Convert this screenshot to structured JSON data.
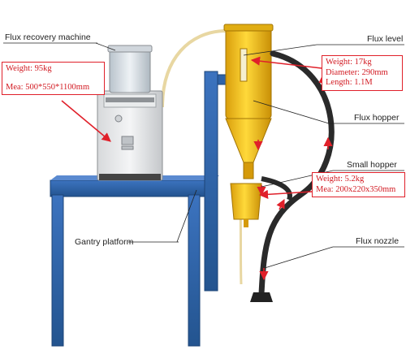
{
  "labels": {
    "recovery_machine": "Flux recovery machine",
    "flux_level": "Flux level",
    "flux_hopper": "Flux hopper",
    "small_hopper": "Small hopper",
    "gantry_platform": "Gantry platform",
    "flux_nozzle": "Flux nozzle"
  },
  "specs": {
    "machine": {
      "weight": "Weight: 95kg",
      "mea": "Mea: 500*550*1100mm"
    },
    "flux_hopper": {
      "weight": "Weight: 17kg",
      "diameter": "Diameter: 290mm",
      "length": "Length: 1.1M"
    },
    "small_hopper": {
      "weight": "Weight: 5.2kg",
      "mea": "Mea: 200x220x350mm"
    }
  },
  "colors": {
    "callout_red": "#e0202a",
    "platform_blue": "#2f63a8",
    "hopper_yellow": "#f3c21d",
    "hose_dark": "#2a2a2a",
    "tube_cream": "#e8d7a2"
  }
}
